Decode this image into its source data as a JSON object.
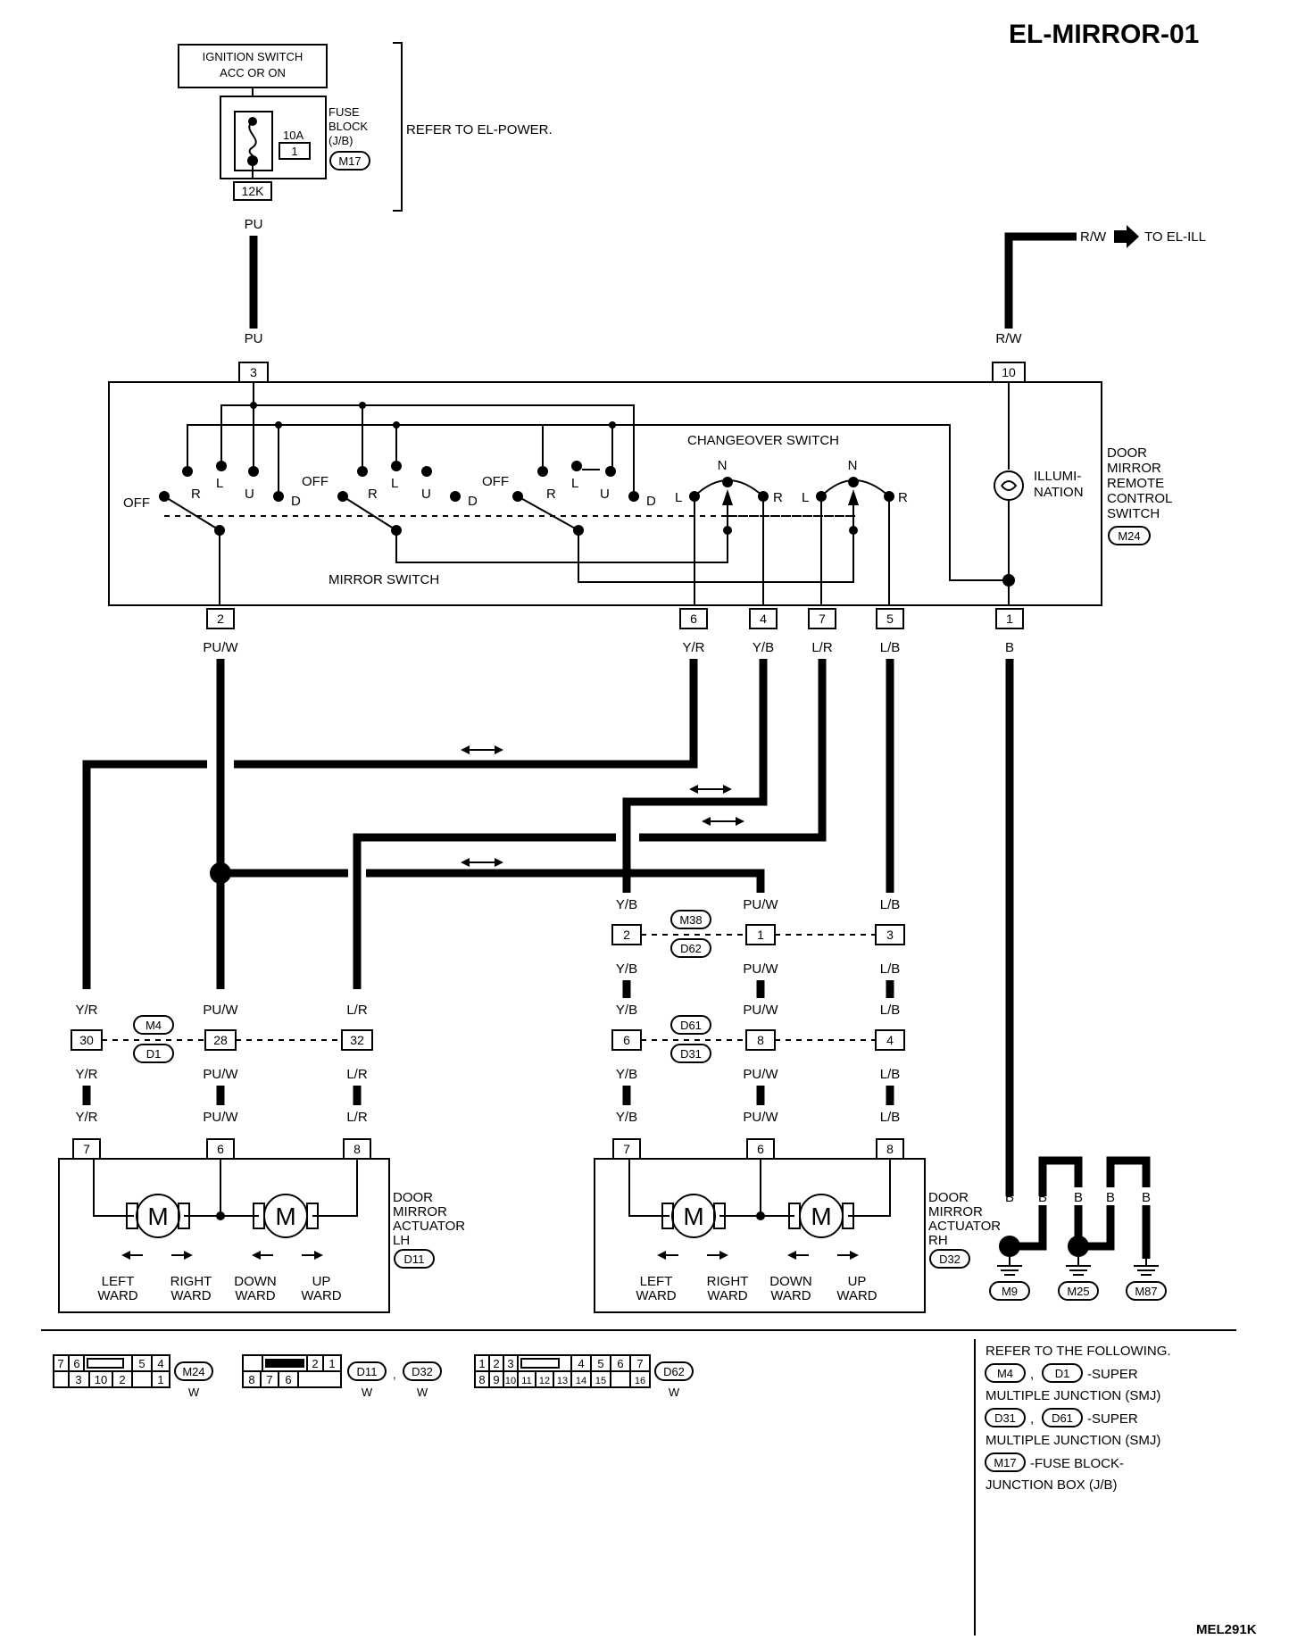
{
  "title": "EL-MIRROR-01",
  "figure_id": "MEL291K",
  "power": {
    "ignition_label": [
      "IGNITION SWITCH",
      "ACC OR ON"
    ],
    "fuse_rating": "10A",
    "fuse_number": "1",
    "fuse_block_label": [
      "FUSE",
      "BLOCK",
      "(J/B)"
    ],
    "fuse_block_conn": "M17",
    "fuse_out_pin": "12K",
    "refer": "REFER TO EL-POWER."
  },
  "illum_out": {
    "wire": "R/W",
    "target": "TO EL-ILL"
  },
  "remote_switch": {
    "label": [
      "DOOR",
      "MIRROR",
      "REMOTE",
      "CONTROL",
      "SWITCH"
    ],
    "conn": "M24",
    "mirror_switch_label": "MIRROR SWITCH",
    "changeover_label": "CHANGEOVER SWITCH",
    "illum_label": [
      "ILLUMI-",
      "NATION"
    ],
    "pos_off": "OFF",
    "pos_r": "R",
    "pos_l": "L",
    "pos_u": "U",
    "pos_d": "D",
    "pos_n": "N",
    "top_pins": [
      {
        "pin": "3",
        "wire": "PU"
      },
      {
        "pin": "10",
        "wire": "R/W"
      }
    ],
    "bottom_pins": [
      {
        "pin": "2",
        "wire": "PU/W"
      },
      {
        "pin": "6",
        "wire": "Y/R"
      },
      {
        "pin": "4",
        "wire": "Y/B"
      },
      {
        "pin": "7",
        "wire": "L/R"
      },
      {
        "pin": "5",
        "wire": "L/B"
      },
      {
        "pin": "1",
        "wire": "B"
      }
    ]
  },
  "wire_pu": "PU",
  "left_junction": {
    "conn_top": "M4",
    "conn_bottom": "D1",
    "pins": [
      {
        "pin": "30",
        "wire_in": "Y/R",
        "wire_out": "Y/R"
      },
      {
        "pin": "28",
        "wire_in": "PU/W",
        "wire_out": "PU/W"
      },
      {
        "pin": "32",
        "wire_in": "L/R",
        "wire_out": "L/R"
      }
    ]
  },
  "right_junction_1": {
    "conn_top": "M38",
    "conn_bottom": "D62",
    "pins": [
      {
        "pin": "2",
        "wire_in": "Y/B",
        "wire_out": "Y/B"
      },
      {
        "pin": "1",
        "wire_in": "PU/W",
        "wire_out": "PU/W"
      },
      {
        "pin": "3",
        "wire_in": "L/B",
        "wire_out": "L/B"
      }
    ]
  },
  "right_junction_2": {
    "conn_top": "D61",
    "conn_bottom": "D31",
    "pins": [
      {
        "pin": "6",
        "wire_in": "Y/B",
        "wire_out": "Y/B"
      },
      {
        "pin": "8",
        "wire_in": "PU/W",
        "wire_out": "PU/W"
      },
      {
        "pin": "4",
        "wire_in": "L/B",
        "wire_out": "L/B"
      }
    ]
  },
  "actuator_lh": {
    "label": [
      "DOOR",
      "MIRROR",
      "ACTUATOR",
      "LH"
    ],
    "conn": "D11",
    "pins": [
      {
        "pin": "7",
        "wire": "Y/R"
      },
      {
        "pin": "6",
        "wire": "PU/W"
      },
      {
        "pin": "8",
        "wire": "L/R"
      }
    ]
  },
  "actuator_rh": {
    "label": [
      "DOOR",
      "MIRROR",
      "ACTUATOR",
      "RH"
    ],
    "conn": "D32",
    "pins": [
      {
        "pin": "7",
        "wire": "Y/B"
      },
      {
        "pin": "6",
        "wire": "PU/W"
      },
      {
        "pin": "8",
        "wire": "L/B"
      }
    ]
  },
  "motor_symbol": "M",
  "directions": [
    [
      "LEFT",
      "WARD"
    ],
    [
      "RIGHT",
      "WARD"
    ],
    [
      "DOWN",
      "WARD"
    ],
    [
      "UP",
      "WARD"
    ]
  ],
  "grounds": {
    "wire": "B",
    "points": [
      "M9",
      "M25",
      "M87"
    ]
  },
  "connector_views": {
    "m24": {
      "top": [
        "7",
        "6",
        "5",
        "4"
      ],
      "bottom": [
        "3",
        "10",
        "2",
        "1"
      ],
      "id": "M24",
      "color": "W"
    },
    "d11": {
      "top": [
        "2",
        "1"
      ],
      "bottom": [
        "8",
        "7",
        "6"
      ],
      "ids": [
        "D11",
        "D32"
      ],
      "sep": ",",
      "color": "W"
    },
    "d62": {
      "top": [
        "1",
        "2",
        "3",
        "4",
        "5",
        "6",
        "7"
      ],
      "bottom": [
        "8",
        "9",
        "10",
        "11",
        "12",
        "13",
        "14",
        "15",
        "16"
      ],
      "id": "D62",
      "color": "W"
    }
  },
  "notes": {
    "heading": "REFER TO THE FOLLOWING.",
    "line1_ids": [
      "M4",
      "D1"
    ],
    "line1_sep": ",",
    "line1_text": "-SUPER",
    "line2": "MULTIPLE JUNCTION (SMJ)",
    "line3_ids": [
      "D31",
      "D61"
    ],
    "line3_sep": ",",
    "line3_text": "-SUPER",
    "line4": "MULTIPLE JUNCTION (SMJ)",
    "line5_id": "M17",
    "line5_text": "-FUSE BLOCK-",
    "line6": "JUNCTION BOX (J/B)"
  }
}
